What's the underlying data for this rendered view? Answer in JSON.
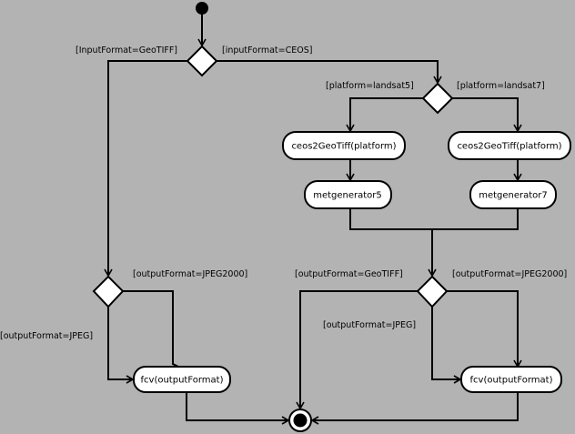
{
  "guards": {
    "input_geotiff": "[InputFormat=GeoTIFF]",
    "input_ceos": "[inputFormat=CEOS]",
    "platform_l5": "[platform=landsat5]",
    "platform_l7": "[platform=landsat7]",
    "left_jpeg2000": "[outputFormat=JPEG2000]",
    "left_jpeg": "[outputFormat=JPEG]",
    "right_geotiff": "[outputFormat=GeoTIFF]",
    "right_jpeg2000": "[outputFormat=JPEG2000]",
    "right_jpeg": "[outputFormat=JPEG]"
  },
  "actions": {
    "ceos_l5": "ceos2GeoTiff(platform)",
    "ceos_l7": "ceos2GeoTiff(platform)",
    "met5": "metgenerator5",
    "met7": "metgenerator7",
    "fcv_left": "fcv(outputFormat)",
    "fcv_right": "fcv(outputFormat)"
  }
}
